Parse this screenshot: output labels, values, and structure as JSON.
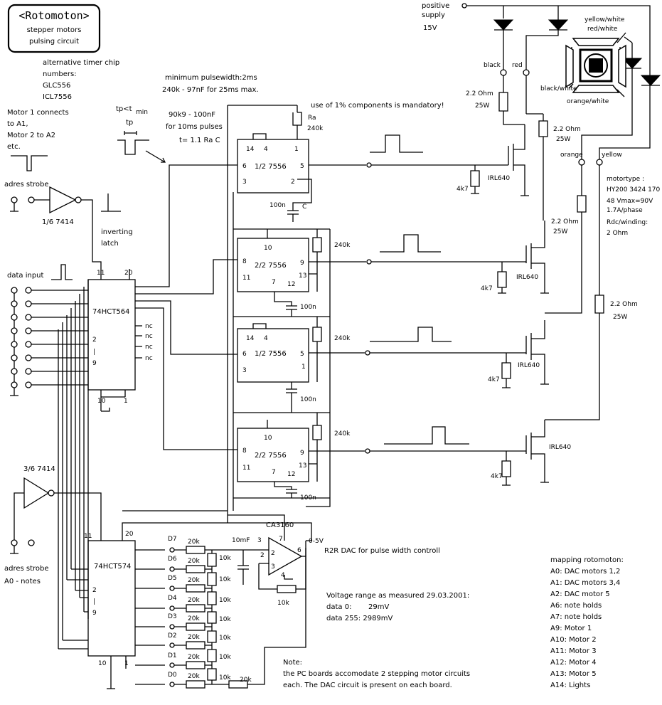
{
  "title": {
    "name": "<Rotomoton>",
    "line1": "stepper motors",
    "line2": "pulsing circuit"
  },
  "notes": {
    "alt_timer_1": "alternative timer chip",
    "alt_timer_2": "numbers:",
    "alt_timer_3": "GLC556",
    "alt_timer_4": "ICL7556",
    "motor_conn_1": "Motor 1 connects",
    "motor_conn_2": "to A1,",
    "motor_conn_3": "Motor 2 to A2",
    "motor_conn_4": "etc.",
    "min_pulse_1": "minimum pulsewidth:2ms",
    "min_pulse_2": "240k - 97nF for 25ms max.",
    "pulse_10_1": "90k9 - 100nF",
    "pulse_10_2": "for 10ms pulses",
    "formula": "t= 1.1 Ra C",
    "tp_lt": "tp<t",
    "tp_sub": "min",
    "tp": "tp",
    "mandatory": "use of 1% components is mandatory!",
    "pos_supply_1": "positive",
    "pos_supply_2": "supply",
    "pos_supply_3": "15V",
    "adres_strobe": "adres strobe",
    "gate_1_6": "1/6 7414",
    "inverting": "inverting",
    "latch": "latch",
    "data_input": "data input",
    "gate_3_6": "3/6 7414",
    "adres_strobe2": "adres strobe",
    "a0_notes": "A0 - notes",
    "r2r": "R2R DAC for pulse width controll",
    "v_range": "Voltage range as measured 29.03.2001:",
    "v_data0_label": "data 0:",
    "v_data0": "29mV",
    "v_data255": "data 255: 2989mV",
    "note_title": "Note:",
    "note_1": "the PC boards accomodate 2 stepping motor circuits",
    "note_2": "each. The DAC circuit is present on each board.",
    "motortype_1": "motortype :",
    "motortype_2": "HY200 3424 170",
    "motortype_3": "48 Vmax=90V",
    "motortype_4": "1.7A/phase",
    "motortype_5": "Rdc/winding:",
    "motortype_6": "2 Ohm"
  },
  "mapping": {
    "title": "mapping rotomoton:",
    "items": [
      "A0: DAC motors 1,2",
      "A1: DAC motors 3,4",
      "A2: DAC motor 5",
      "A6: note holds",
      "A7: note holds",
      "A9: Motor 1",
      "A10: Motor 2",
      "A11: Motor 3",
      "A12: Motor 4",
      "A13: Motor 5",
      "A14: Lights"
    ]
  },
  "components": {
    "latch1": "74HCT564",
    "latch2": "74HCT574",
    "t1": "1/2 7556",
    "t2": "2/2 7556",
    "t3": "1/2 7556",
    "t4": "2/2 7556",
    "opamp": "CA3160",
    "opamp_out": "0-5V",
    "mosfet": "IRL640",
    "r4k7": "4k7",
    "r240k": "240k",
    "ra": "Ra",
    "c100n": "100n",
    "c": "C",
    "res22": "2.2 Ohm",
    "w25": "25W",
    "r20k": "20k",
    "r10k": "10k",
    "c10mf": "10mF",
    "nc": "nc",
    "wire_black": "black",
    "wire_red": "red",
    "wire_orange": "orange",
    "wire_yellow": "yellow",
    "wire_yw": "yellow/white",
    "wire_rw": "red/white",
    "wire_bw": "black/white",
    "wire_ow": "orange/white"
  },
  "pins": {
    "p1": "1",
    "p2": "2",
    "p3": "3",
    "p4": "4",
    "p5": "5",
    "p6": "6",
    "p7": "7",
    "p8": "8",
    "p9": "9",
    "p10": "10",
    "p11": "11",
    "p12": "12",
    "p13": "13",
    "p14": "14",
    "p20": "20",
    "bar": "|"
  },
  "dac": [
    "D7",
    "D6",
    "D5",
    "D4",
    "D3",
    "D2",
    "D1",
    "D0"
  ]
}
